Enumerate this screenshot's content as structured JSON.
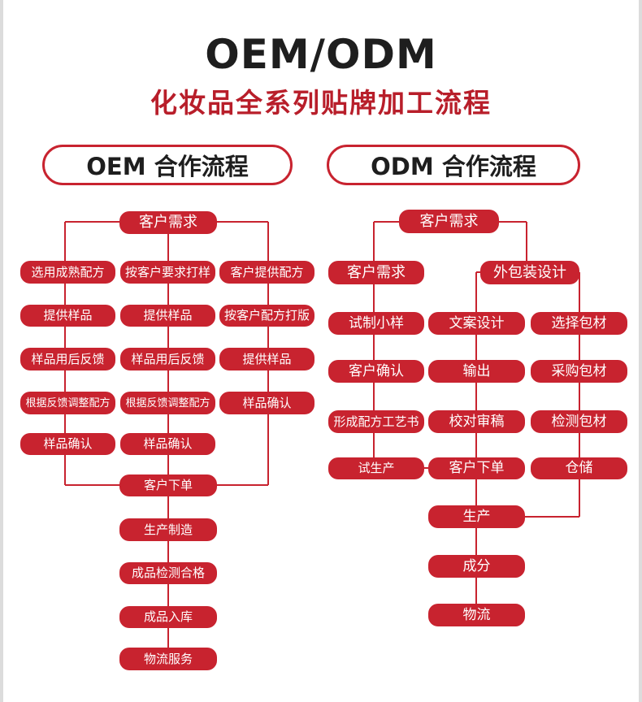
{
  "title": "OEM/ODM",
  "subtitle": "化妆品全系列贴牌加工流程",
  "colors": {
    "accent": "#c8232f",
    "title": "#1e1e1e",
    "subtitle": "#b81e2a"
  },
  "oem": {
    "header": "OEM 合作流程",
    "top": "客户需求",
    "col1": [
      "选用成熟配方",
      "提供样品",
      "样品用后反馈",
      "根据反馈调整配方",
      "样品确认"
    ],
    "col2": [
      "按客户要求打样",
      "提供样品",
      "样品用后反馈",
      "根据反馈调整配方",
      "样品确认"
    ],
    "col3": [
      "客户提供配方",
      "按客户配方打版",
      "提供样品",
      "样品确认"
    ],
    "bottom": [
      "客户下单",
      "生产制造",
      "成品检测合格",
      "成品入库",
      "物流服务"
    ]
  },
  "odm": {
    "header": "ODM 合作流程",
    "top": "客户需求",
    "left": [
      "客户需求",
      "试制小样",
      "客户确认",
      "形成配方工艺书",
      "试生产"
    ],
    "pack": "外包装设计",
    "mid": [
      "文案设计",
      "输出",
      "校对审稿",
      "客户下单"
    ],
    "right": [
      "选择包材",
      "采购包材",
      "检测包材",
      "仓储"
    ],
    "bottom": [
      "生产",
      "成分",
      "物流"
    ]
  }
}
